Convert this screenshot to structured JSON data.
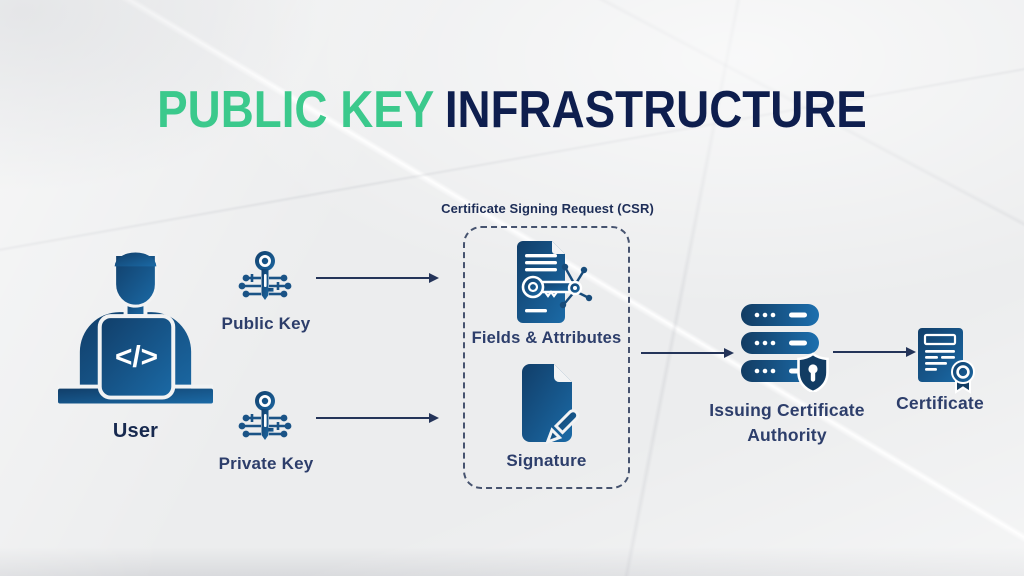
{
  "title": {
    "part1": "PUBLIC KEY",
    "part2": "INFRASTRUCTURE"
  },
  "nodes": {
    "user": {
      "label": "User",
      "icon": "user-laptop-icon",
      "code_glyph": "</>"
    },
    "public_key": {
      "label": "Public Key",
      "icon": "digital-key-icon"
    },
    "private_key": {
      "label": "Private Key",
      "icon": "digital-key-icon"
    },
    "csr": {
      "title": "Certificate Signing Request (CSR)"
    },
    "fields_attributes": {
      "label": "Fields & Attributes",
      "icon": "document-key-icon"
    },
    "signature": {
      "label": "Signature",
      "icon": "document-pen-icon"
    },
    "issuing_ca": {
      "label_line1": "Issuing Certificate",
      "label_line2": "Authority",
      "icon": "server-shield-icon"
    },
    "certificate": {
      "label": "Certificate",
      "icon": "certificate-ribbon-icon"
    }
  },
  "flow": [
    "User -> Public Key -> CSR",
    "User -> Private Key -> CSR",
    "CSR -> Issuing Certificate Authority",
    "Issuing Certificate Authority -> Certificate"
  ],
  "colors": {
    "accent_green": "#3bc98c",
    "title_navy": "#0e1e4e",
    "label_navy": "#2d3e6b",
    "icon_blue_dark": "#113e69",
    "icon_blue_light": "#1b6aa6",
    "arrow": "#243459",
    "dashed_border": "#46536f",
    "background": "#ecedee"
  }
}
